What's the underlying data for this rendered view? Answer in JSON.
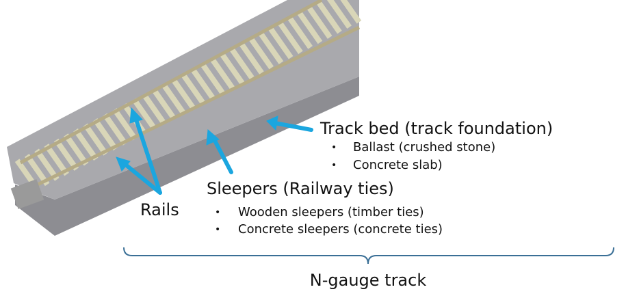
{
  "labels": {
    "track_bed": "Track bed (track foundation)",
    "track_bed_items": [
      "Ballast (crushed stone)",
      "Concrete slab)"
    ],
    "sleepers": "Sleepers (Railway ties)",
    "sleepers_items": [
      "Wooden sleepers (timber ties)",
      "Concrete sleepers (concrete ties)"
    ],
    "rails": "Rails",
    "n_gauge": "N-gauge track",
    "bullet": "•"
  },
  "colors": {
    "arrow": "#1ba6df",
    "brace": "#3a6f96",
    "ballast": "#a9a9ad",
    "ties": "#d9d6b8",
    "rails": "#b5ab86"
  }
}
